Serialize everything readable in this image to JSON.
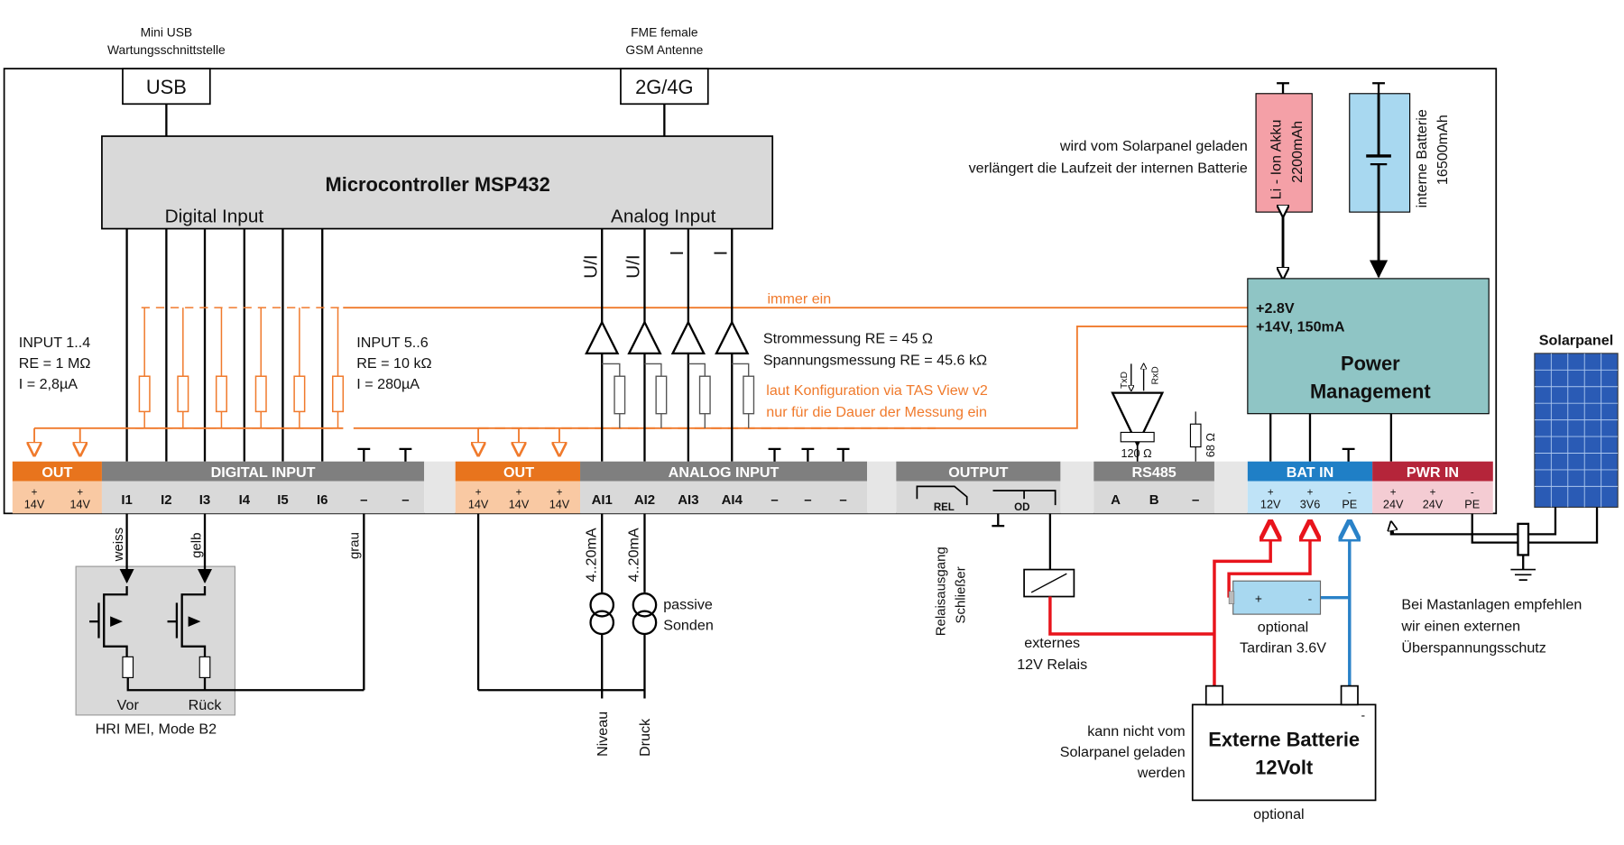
{
  "top": {
    "usb_note": [
      "Mini USB",
      "Wartungsschnittstelle"
    ],
    "usb_label": "USB",
    "gsm_note": [
      "FME female",
      "GSM Antenne"
    ],
    "gsm_label": "2G/4G"
  },
  "mcu": {
    "title": "Microcontroller MSP432",
    "digital": "Digital Input",
    "analog": "Analog Input",
    "analog_types": [
      "U/I",
      "U/I",
      "I",
      "I"
    ]
  },
  "inputs": {
    "left_params": [
      "INPUT 1..4",
      "RE = 1 MΩ",
      "I = 2,8µA"
    ],
    "right_params": [
      "INPUT 5..6",
      "RE = 10 kΩ",
      "I = 280µA"
    ],
    "always_on": "immer ein",
    "measure": [
      "Strommessung RE = 45 Ω",
      "Spannungsmessung RE = 45.6 kΩ"
    ],
    "config": [
      "laut Konfiguration via TAS View v2",
      "nur für die Dauer der Messung ein"
    ]
  },
  "batteries": {
    "note": [
      "wird vom Solarpanel geladen",
      "verlängert die Laufzeit der internen Batterie"
    ],
    "liion": [
      "Li - Ion Akku",
      "2200mAh"
    ],
    "internal": [
      "interne Batterie",
      "16500mAh"
    ]
  },
  "power": {
    "rails": [
      "+2.8V",
      "+14V, 150mA"
    ],
    "title": [
      "Power",
      "Management"
    ]
  },
  "solar": {
    "label": "Solarpanel"
  },
  "terminals": {
    "out1": {
      "header": "OUT",
      "pins": [
        "+\n14V",
        "+\n14V"
      ]
    },
    "digital": {
      "header": "DIGITAL INPUT",
      "pins": [
        "I1",
        "I2",
        "I3",
        "I4",
        "I5",
        "I6",
        "–",
        "–"
      ]
    },
    "out2": {
      "header": "OUT",
      "pins": [
        "+\n14V",
        "+\n14V",
        "+\n14V"
      ]
    },
    "analog": {
      "header": "ANALOG INPUT",
      "pins": [
        "AI1",
        "AI2",
        "AI3",
        "AI4",
        "–",
        "–",
        "–"
      ]
    },
    "output": {
      "header": "OUTPUT",
      "rel": "REL",
      "od": "OD"
    },
    "rs485": {
      "header": "RS485",
      "pins": [
        "A",
        "B",
        "–"
      ],
      "txd": "TxD",
      "rxd": "RxD",
      "r120": "120 Ω",
      "r68": "68 Ω"
    },
    "batin": {
      "header": "BAT IN",
      "pins": [
        "+\n12V",
        "+\n3V6",
        "-\nPE"
      ]
    },
    "pwrin": {
      "header": "PWR IN",
      "pins": [
        "+\n24V",
        "+\n24V",
        "-\nPE"
      ]
    }
  },
  "bottom": {
    "wires": [
      "weiss",
      "gelb",
      "grau"
    ],
    "vor": "Vor",
    "rueck": "Rück",
    "hri": "HRI MEI, Mode B2",
    "sensor_ranges": [
      "4..20mA",
      "4..20mA"
    ],
    "passive": [
      "passive",
      "Sonden"
    ],
    "niveau": "Niveau",
    "druck": "Druck",
    "relay_out": [
      "Relaisausgang",
      "Schließer"
    ],
    "ext_relay": [
      "externes",
      "12V Relais"
    ],
    "tadiran": [
      "optional",
      "Tardiran 3.6V"
    ],
    "plus": "+",
    "minus": "-",
    "ext_note": [
      "kann nicht vom",
      "Solarpanel geladen",
      "werden"
    ],
    "ext_batt": [
      "Externe Batterie",
      "12Volt"
    ],
    "ext_optional": "optional",
    "surge": [
      "Bei Mastanlagen empfehlen",
      "wir einen externen",
      "Überspannungsschutz"
    ]
  },
  "colors": {
    "orange": "#f07a2c",
    "orange_light": "#f9c9a3",
    "gray_header": "#7f7f7f",
    "gray_pins": "#d9d9d9",
    "blue_header": "#1f7fc6",
    "blue_light": "#bfe3f7",
    "red_header": "#b5253a",
    "red_light": "#f4ccd3",
    "power_box": "#8fc5c5",
    "liion": "#f4a0a7",
    "internal_batt": "#a8d8f0",
    "red_wire": "#e8141c",
    "blue_wire": "#2a82c8"
  }
}
